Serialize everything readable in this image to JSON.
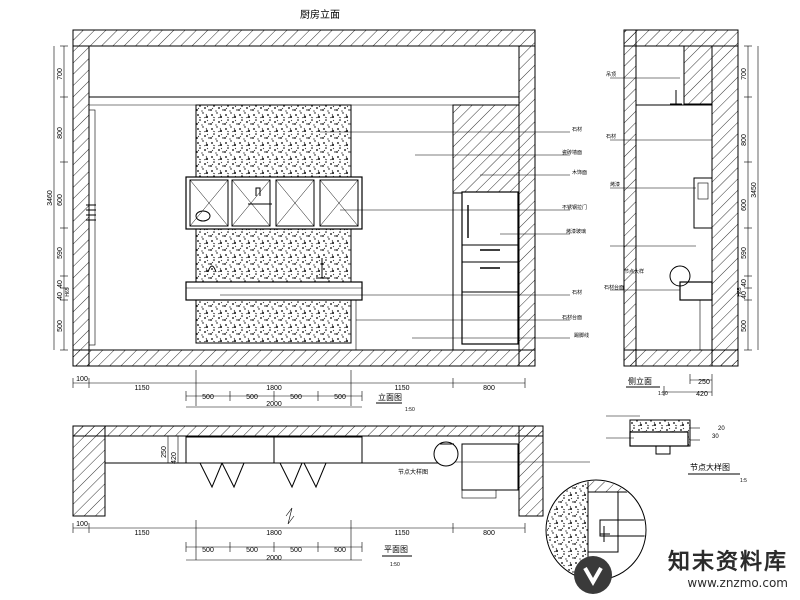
{
  "drawing": {
    "top_title": "厨房立面",
    "elev_a": {
      "title": "立面图",
      "scale": "1:50",
      "height_dims": [
        "700",
        "800",
        "600",
        "590",
        "40",
        "40",
        "500"
      ],
      "total_height": "3460",
      "bottom_dims": [
        "100",
        "1150",
        "1800",
        "1150",
        "800"
      ],
      "sub_dims": [
        "500",
        "500",
        "500",
        "500"
      ],
      "sub_total": "2000",
      "h_marker": "H65"
    },
    "elev_b": {
      "title": "侧立面",
      "scale": "1:50",
      "height_dims": [
        "700",
        "800",
        "600",
        "590",
        "40",
        "40",
        "500"
      ],
      "total_height": "3450",
      "depth_dims": [
        "250",
        "420"
      ],
      "detail_ref": "节点大样",
      "h_marker": "H65"
    },
    "plan": {
      "title": "平面图",
      "scale": "1:50",
      "depth_dims": [
        "250",
        "420"
      ],
      "bottom_dims": [
        "100",
        "1150",
        "1800",
        "1150",
        "800"
      ],
      "sub_dims": [
        "500",
        "500",
        "500",
        "500"
      ],
      "sub_total": "2000",
      "detail_ref": "节点大样图"
    },
    "detail": {
      "title": "节点大样图",
      "scale": "1:5",
      "dims": [
        "30",
        "20"
      ]
    },
    "callouts_a": [
      "石材",
      "瓷砖墙面",
      "木饰面",
      "不锈钢拉门",
      "烤漆玻璃",
      "石材",
      "石材台面",
      "踢脚线"
    ],
    "callout_b_left": "吊顶",
    "callouts_b": [
      "石材",
      "烤漆",
      "石材台面"
    ]
  },
  "watermark": {
    "title": "知末资料库",
    "url": "www.znzmo.com"
  }
}
